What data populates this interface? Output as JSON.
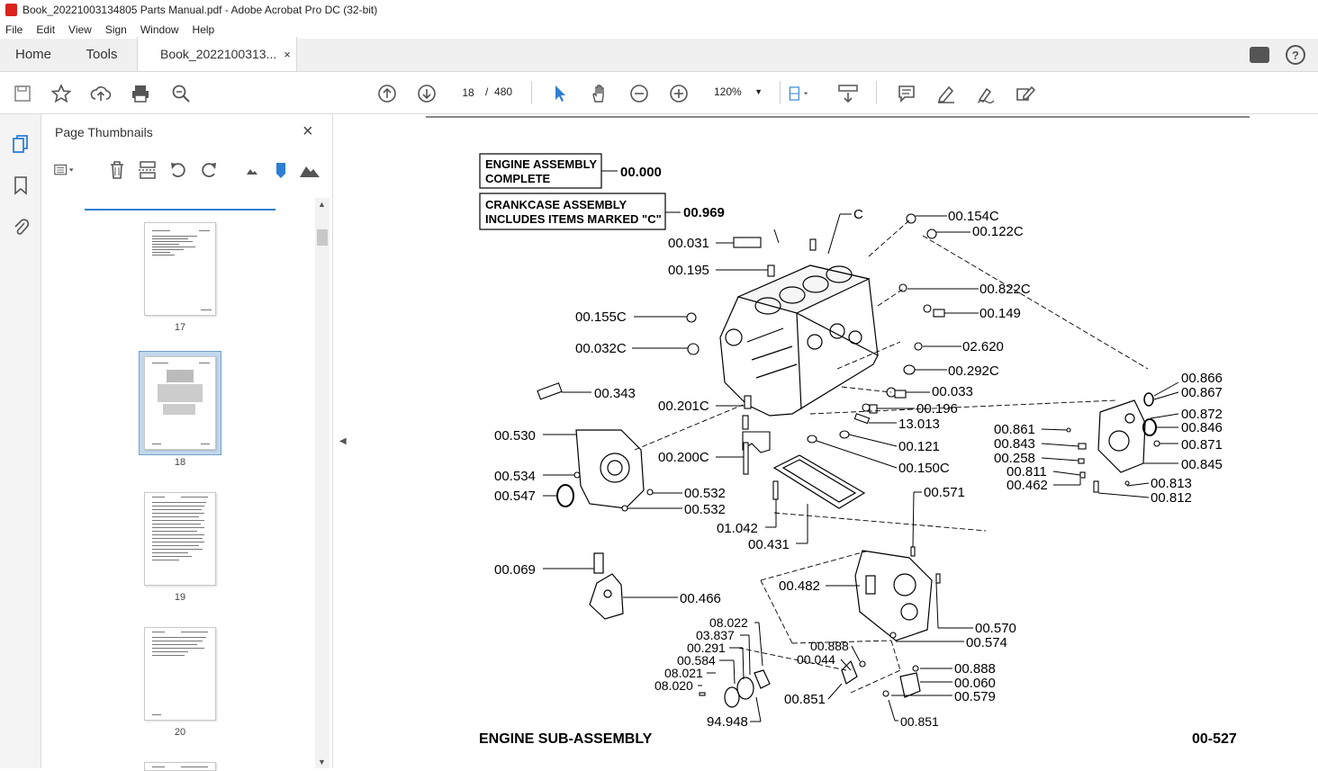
{
  "window": {
    "title": "Book_20221003134805 Parts Manual.pdf - Adobe Acrobat Pro DC (32-bit)"
  },
  "menu": [
    "File",
    "Edit",
    "View",
    "Sign",
    "Window",
    "Help"
  ],
  "tabs": {
    "home": "Home",
    "tools": "Tools",
    "doc": "Book_2022100313...",
    "doc_close": "×"
  },
  "toolbar": {
    "page_current": "18",
    "page_sep": "/",
    "page_total": "480",
    "zoom": "120%"
  },
  "panel": {
    "title": "Page Thumbnails",
    "close": "×"
  },
  "thumbnails": [
    {
      "label": "17"
    },
    {
      "label": "18"
    },
    {
      "label": "19"
    },
    {
      "label": "20"
    }
  ],
  "diagram": {
    "box1_line1": "ENGINE ASSEMBLY",
    "box1_line2": "COMPLETE",
    "box1_code": "00.000",
    "box2_line1": "CRANKCASE ASSEMBLY",
    "box2_line2": "INCLUDES ITEMS MARKED \"C\"",
    "box2_code": "00.969",
    "c_mark": "C",
    "title": "ENGINE SUB-ASSEMBLY",
    "page_code": "00-527",
    "labels": [
      "00.154C",
      "00.122C",
      "00.031",
      "00.195",
      "00.822C",
      "00.149",
      "00.155C",
      "00.032C",
      "02.620",
      "00.292C",
      "00.343",
      "00.033",
      "00.201C",
      "00.196",
      "13.013",
      "00.530",
      "00.121",
      "00.200C",
      "00.150C",
      "00.534",
      "00.547",
      "00.532",
      "00.532",
      "00.571",
      "01.042",
      "00.431",
      "00.069",
      "00.466",
      "00.482",
      "08.022",
      "03.837",
      "00.291",
      "00.584",
      "08.021",
      "08.020",
      "94.948",
      "00.888",
      "00.044",
      "00.851",
      "00.570",
      "00.574",
      "00.888",
      "00.060",
      "00.579",
      "00.851",
      "00.866",
      "00.867",
      "00.872",
      "00.846",
      "00.871",
      "00.845",
      "00.861",
      "00.843",
      "00.258",
      "00.811",
      "00.462",
      "00.813",
      "00.812"
    ]
  }
}
